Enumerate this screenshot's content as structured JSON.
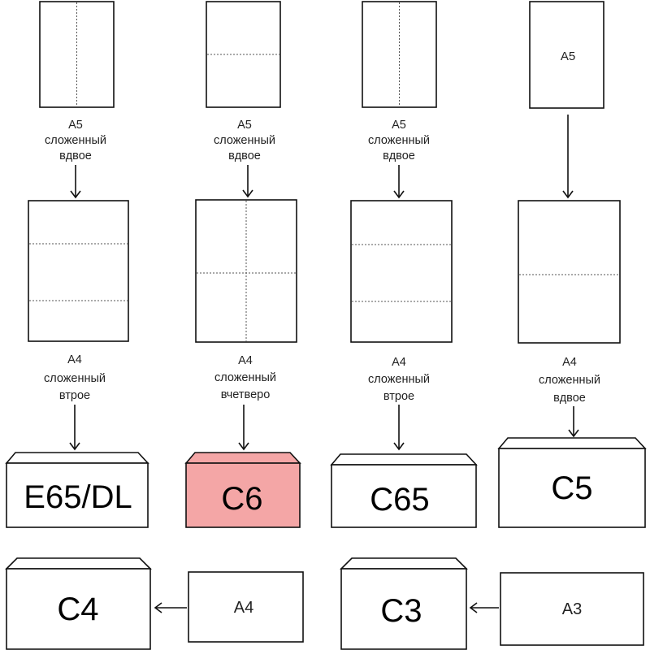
{
  "columns": [
    {
      "top_caption": [
        "A5",
        "сложенный",
        "вдвое"
      ],
      "mid_caption": [
        "A4",
        "сложенный",
        "втрое"
      ],
      "envelope": "E65/DL"
    },
    {
      "top_caption": [
        "A5",
        "сложенный",
        "вдвое"
      ],
      "mid_caption": [
        "A4",
        "сложенный",
        "вчетверо"
      ],
      "envelope": "C6"
    },
    {
      "top_caption": [
        "A5",
        "сложенный",
        "вдвое"
      ],
      "mid_caption": [
        "A4",
        "сложенный",
        "втрое"
      ],
      "envelope": "C65"
    },
    {
      "top_sheet_label": "A5",
      "mid_caption": [
        "A4",
        "сложенный",
        "вдвое"
      ],
      "envelope": "C5"
    }
  ],
  "bottom_row": [
    {
      "envelope": "C4",
      "paper": "A4"
    },
    {
      "envelope": "C3",
      "paper": "A3"
    }
  ],
  "colors": {
    "highlight_envelope": "#f4a6a6",
    "stroke": "#111111"
  }
}
